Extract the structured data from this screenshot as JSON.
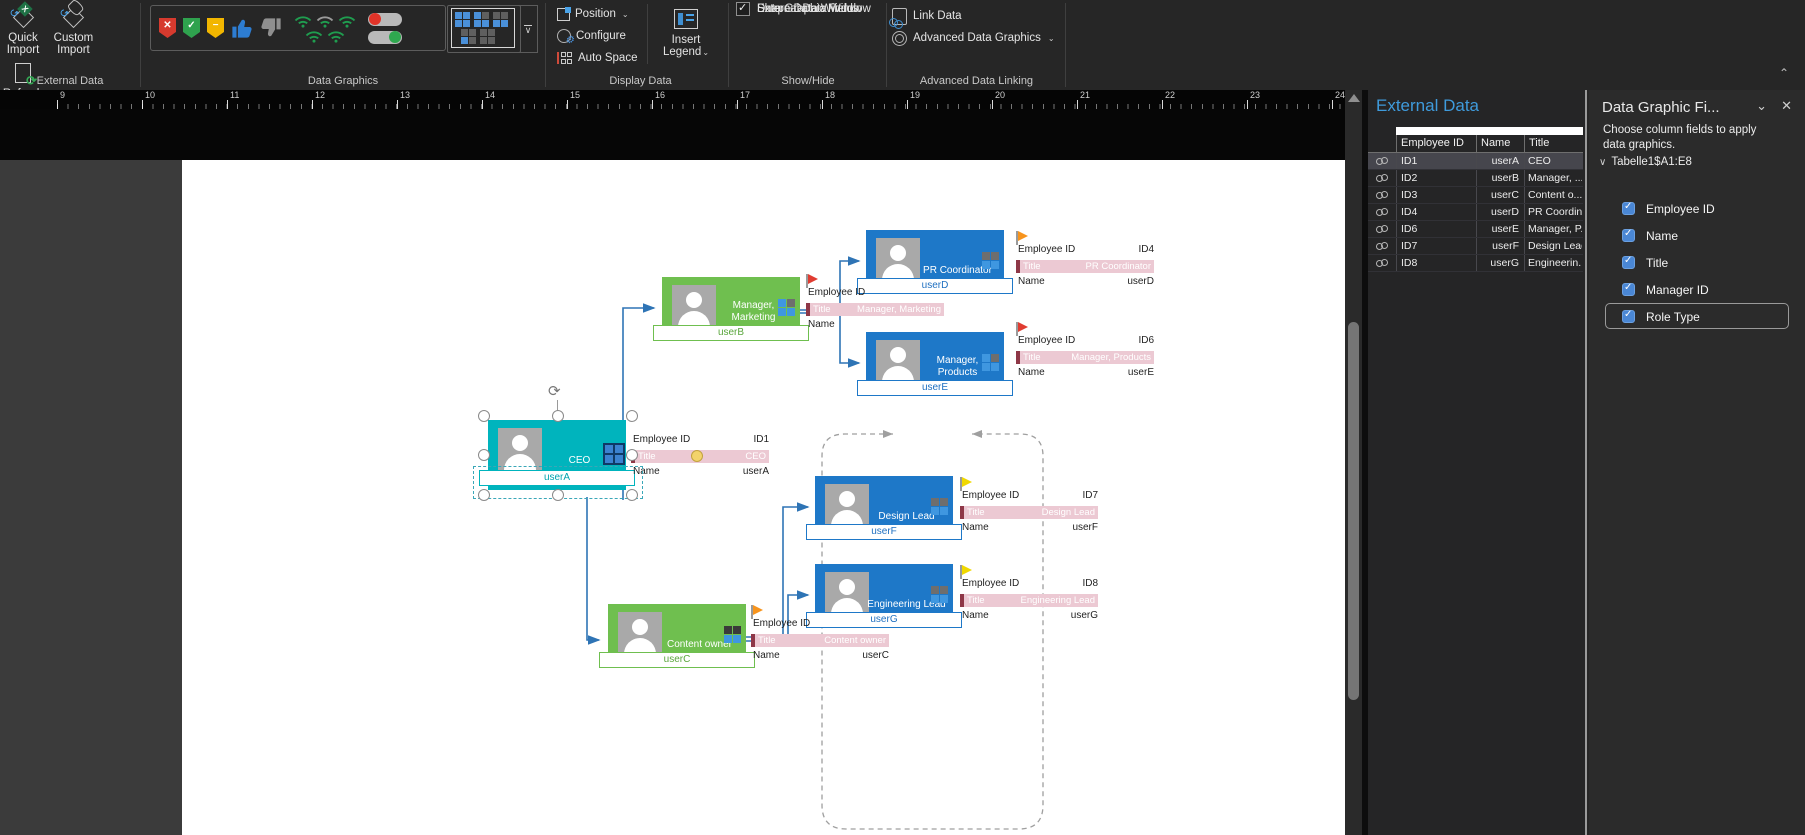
{
  "palette": {
    "shape_teal": "#00b4bd",
    "shape_green": "#6fbf4f",
    "shape_blue": "#1e78c8",
    "title_bar_pink": "#ecc9d3",
    "title_bar_accent": "#8e3747",
    "connector_blue": "#2e74b5",
    "panel_title_blue": "#3f9bdc",
    "checkbox_blue": "#4a87d5",
    "flag_red": "#e03c31",
    "flag_orange": "#f7941d",
    "flag_yellow": "#f0d800"
  },
  "ribbon": {
    "external_data": {
      "label": "External Data",
      "quick_import": "Quick Import",
      "custom_import": "Custom Import",
      "refresh_all": "Refresh All"
    },
    "data_graphics": {
      "label": "Data Graphics",
      "icons": [
        "reject-badge-icon",
        "approve-badge-icon",
        "onhold-badge-icon",
        "thumbs-up-icon",
        "thumbs-down-icon",
        "signal-strength-icon",
        "toggle-off-icon",
        "toggle-on-icon",
        "data-graphic-gallery"
      ]
    },
    "display_data": {
      "label": "Display Data",
      "position": "Position",
      "configure": "Configure",
      "auto_space": "Auto Space",
      "insert_legend": "Insert Legend"
    },
    "show_hide": {
      "label": "Show/Hide",
      "items": [
        {
          "label": "Shape Data Window",
          "checked": false
        },
        {
          "label": "External Data Window",
          "checked": true
        },
        {
          "label": "Data Graphic Fields",
          "checked": true
        }
      ]
    },
    "advanced_data_linking": {
      "label": "Advanced Data Linking",
      "link_data": "Link Data",
      "advanced_data_graphics": "Advanced Data Graphics"
    }
  },
  "ruler": {
    "numbers": [
      "9",
      "10",
      "11",
      "12",
      "13",
      "14",
      "15",
      "16",
      "17",
      "18",
      "19",
      "20",
      "21",
      "22",
      "23",
      "24"
    ]
  },
  "canvas": {
    "shapes": {
      "ceo": {
        "lines": [
          "CEO"
        ],
        "user": "userA"
      },
      "mgr_marketing": {
        "lines": [
          "Manager,",
          "Marketing"
        ],
        "user": "userB"
      },
      "pr_coordinator": {
        "lines": [
          "PR Coordinator"
        ],
        "user": "userD"
      },
      "mgr_products": {
        "lines": [
          "Manager,",
          "Products"
        ],
        "user": "userE"
      },
      "design_lead": {
        "lines": [
          "Design Lead"
        ],
        "user": "userF"
      },
      "engineering_lead": {
        "lines": [
          "Engineering Lead"
        ],
        "user": "userG"
      },
      "content_owner": {
        "lines": [
          "Content owner"
        ],
        "user": "userC"
      }
    },
    "callouts": {
      "ceo": {
        "eid_label": "Employee ID",
        "eid": "ID1",
        "title_label": "Title",
        "title": "CEO",
        "name_label": "Name",
        "name": "userA"
      },
      "mgr_marketing": {
        "eid_label": "Employee ID",
        "eid": "",
        "title_label": "Title",
        "title": "Manager, Marketing",
        "name_label": "Name",
        "name": ""
      },
      "pr_coordinator": {
        "eid_label": "Employee ID",
        "eid": "ID4",
        "title_label": "Title",
        "title": "PR Coordinator",
        "name_label": "Name",
        "name": "userD"
      },
      "mgr_products": {
        "eid_label": "Employee ID",
        "eid": "ID6",
        "title_label": "Title",
        "title": "Manager, Products",
        "name_label": "Name",
        "name": "userE"
      },
      "design_lead": {
        "eid_label": "Employee ID",
        "eid": "ID7",
        "title_label": "Title",
        "title": "Design Lead",
        "name_label": "Name",
        "name": "userF"
      },
      "engineering_lead": {
        "eid_label": "Employee ID",
        "eid": "ID8",
        "title_label": "Title",
        "title": "Engineering Lead",
        "name_label": "Name",
        "name": "userG"
      },
      "content_owner": {
        "eid_label": "Employee ID",
        "eid": "",
        "title_label": "Title",
        "title": "Content owner",
        "name_label": "Name",
        "name": "userC"
      }
    }
  },
  "external_panel": {
    "title": "External Data",
    "columns": [
      "Employee ID",
      "Name",
      "Title"
    ],
    "rows": [
      {
        "id": "ID1",
        "name": "userA",
        "title": "CEO",
        "selected": true
      },
      {
        "id": "ID2",
        "name": "userB",
        "title": "Manager, ...",
        "selected": false
      },
      {
        "id": "ID3",
        "name": "userC",
        "title": "Content o...",
        "selected": false
      },
      {
        "id": "ID4",
        "name": "userD",
        "title": "PR Coordin...",
        "selected": false
      },
      {
        "id": "ID6",
        "name": "userE",
        "title": "Manager, P...",
        "selected": false
      },
      {
        "id": "ID7",
        "name": "userF",
        "title": "Design Lead",
        "selected": false
      },
      {
        "id": "ID8",
        "name": "userG",
        "title": "Engineerin...",
        "selected": false
      }
    ]
  },
  "fields_pane": {
    "title": "Data Graphic Fi...",
    "description": "Choose column fields to apply data graphics.",
    "source": "Tabelle1$A1:E8",
    "fields": [
      {
        "label": "Employee ID",
        "checked": true,
        "focused": false
      },
      {
        "label": "Name",
        "checked": true,
        "focused": false
      },
      {
        "label": "Title",
        "checked": true,
        "focused": false
      },
      {
        "label": "Manager ID",
        "checked": true,
        "focused": false
      },
      {
        "label": "Role Type",
        "checked": true,
        "focused": true
      }
    ]
  }
}
